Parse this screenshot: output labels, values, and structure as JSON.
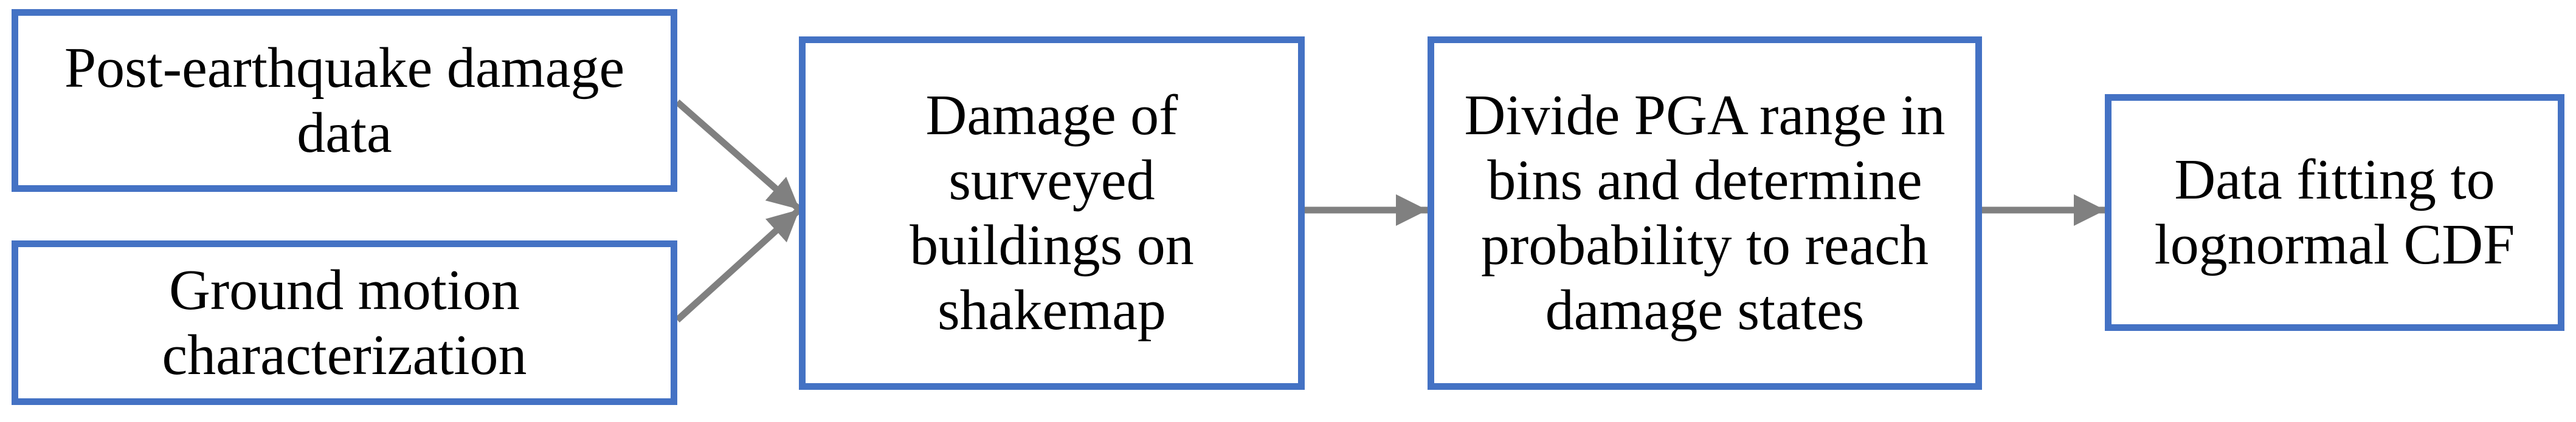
{
  "figure": {
    "type": "flowchart",
    "colors": {
      "box_border": "#4472C4",
      "box_fill": "#ffffff",
      "arrow": "#808080",
      "text": "#000000",
      "background": "#ffffff"
    },
    "boxes": [
      {
        "id": "post-earthquake-damage-data",
        "text": "Post-earthquake damage data",
        "lines": [
          "Post-earthquake damage",
          "data"
        ]
      },
      {
        "id": "ground-motion-characterization",
        "text": "Ground motion characterization",
        "lines": [
          "Ground motion",
          "characterization"
        ]
      },
      {
        "id": "damage-of-surveyed-buildings-on-shakemap",
        "text": "Damage of surveyed buildings on shakemap",
        "lines": [
          "Damage of",
          "surveyed",
          "buildings on",
          "shakemap"
        ]
      },
      {
        "id": "divide-pga-range-in-bins",
        "text": "Divide PGA range in bins and determine probability to reach damage states",
        "lines": [
          "Divide PGA range in",
          "bins and determine",
          "probability to reach",
          "damage states"
        ]
      },
      {
        "id": "data-fitting-to-lognormal-cdf",
        "text": "Data fitting to lognormal CDF",
        "lines": [
          "Data fitting to",
          "lognormal CDF"
        ]
      }
    ],
    "arrows": [
      {
        "from": "post-earthquake-damage-data",
        "to": "damage-of-surveyed-buildings-on-shakemap"
      },
      {
        "from": "ground-motion-characterization",
        "to": "damage-of-surveyed-buildings-on-shakemap"
      },
      {
        "from": "damage-of-surveyed-buildings-on-shakemap",
        "to": "divide-pga-range-in-bins"
      },
      {
        "from": "divide-pga-range-in-bins",
        "to": "data-fitting-to-lognormal-cdf"
      }
    ]
  }
}
